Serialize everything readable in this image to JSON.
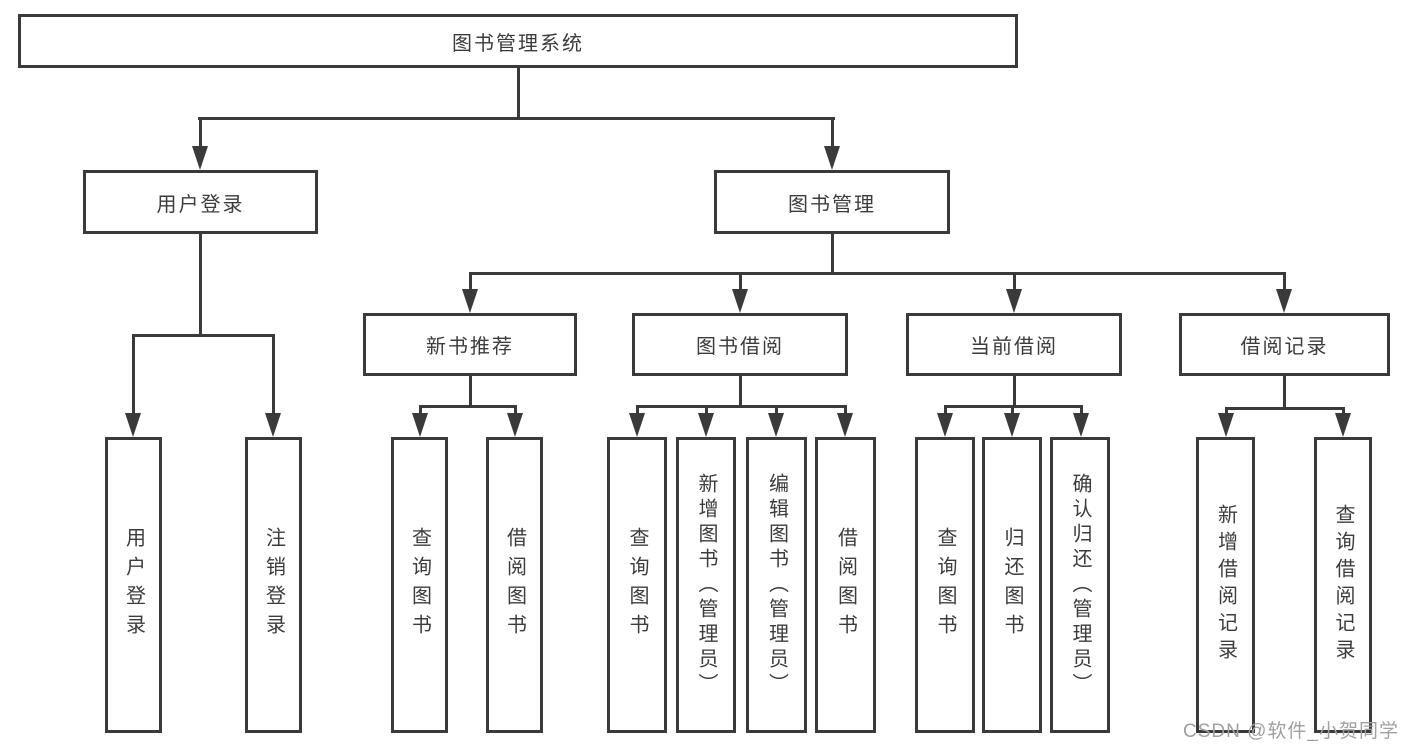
{
  "nodes": {
    "root": "图书管理系统",
    "user_login": "用户登录",
    "book_mgmt": "图书管理",
    "new_book_rec": "新书推荐",
    "book_borrow": "图书借阅",
    "current_borrow": "当前借阅",
    "borrow_records": "借阅记录",
    "leaf_user_login": "用户登录",
    "leaf_logout": "注销登录",
    "leaf_rec_query": "查询图书",
    "leaf_rec_borrow": "借阅图书",
    "leaf_bb_query": "查询图书",
    "leaf_bb_add": "新增图书（管理员）",
    "leaf_bb_edit": "编辑图书（管理员）",
    "leaf_bb_borrow": "借阅图书",
    "leaf_cb_query": "查询图书",
    "leaf_cb_return": "归还图书",
    "leaf_cb_confirm": "确认归还（管理员）",
    "leaf_br_add": "新增借阅记录",
    "leaf_br_query": "查询借阅记录"
  },
  "watermark": {
    "text": "CSDN @软件_小贺同学",
    "color": "#a0a0a0"
  },
  "colors": {
    "line": "#3a3a3a",
    "border": "#3a3a3a",
    "text": "#3c3c3c",
    "background": "#ffffff"
  }
}
